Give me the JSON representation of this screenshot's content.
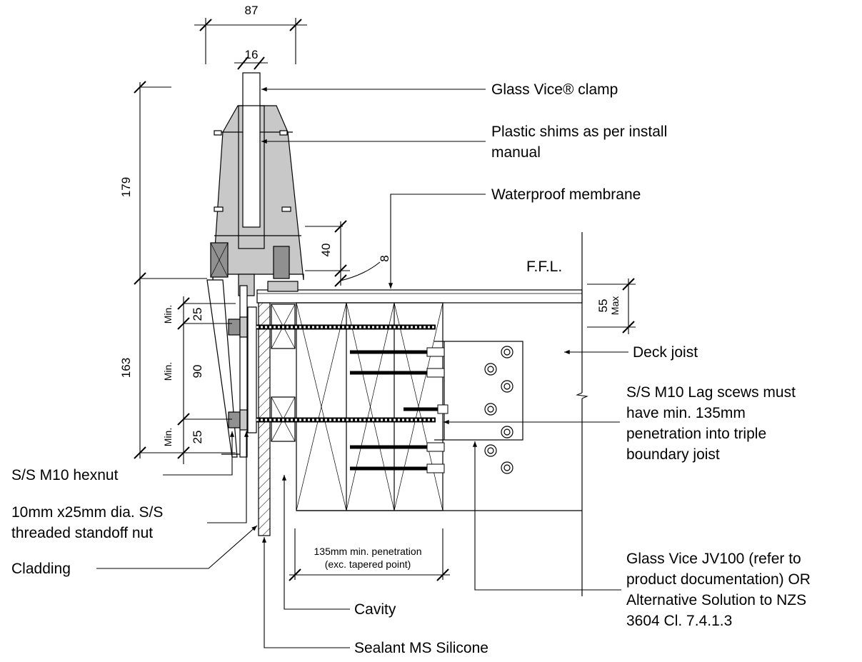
{
  "callouts": {
    "clamp": "Glass Vice® clamp",
    "shims_1": "Plastic shims as per install",
    "shims_2": "manual",
    "membrane": "Waterproof membrane",
    "ffl": "F.F.L.",
    "deck_joist": "Deck joist",
    "lag_1": "S/S M10 Lag scews must",
    "lag_2": "have min. 135mm",
    "lag_3": "penetration into triple",
    "lag_4": "boundary joist",
    "hexnut": "S/S M10 hexnut",
    "standoff_1": "10mm x25mm dia. S/S",
    "standoff_2": "threaded standoff nut",
    "cladding": "Cladding",
    "cavity": "Cavity",
    "sealant": "Sealant MS Silicone",
    "jv100_1": "Glass Vice JV100 (refer to",
    "jv100_2": "product documentation) OR",
    "jv100_3": "Alternative Solution to NZS",
    "jv100_4": "3604 Cl. 7.4.1.3",
    "penetration_1": "135mm min. penetration",
    "penetration_2": "(exc. tapered point)"
  },
  "dimensions": {
    "width_top": "87",
    "glass_thickness": "16",
    "clamp_height": "179",
    "lower_height": "163",
    "embed_depth": "40",
    "gap": "8",
    "max_depth": "55",
    "max_label": "Max",
    "top_min_value": "25",
    "mid_value": "90",
    "bottom_min_value": "25",
    "min_label": "Min."
  },
  "colors": {
    "line": "#000000",
    "clamp_fill": "#c8c8c8",
    "dark_fill": "#909090",
    "plate_fill": "#ffffff"
  }
}
